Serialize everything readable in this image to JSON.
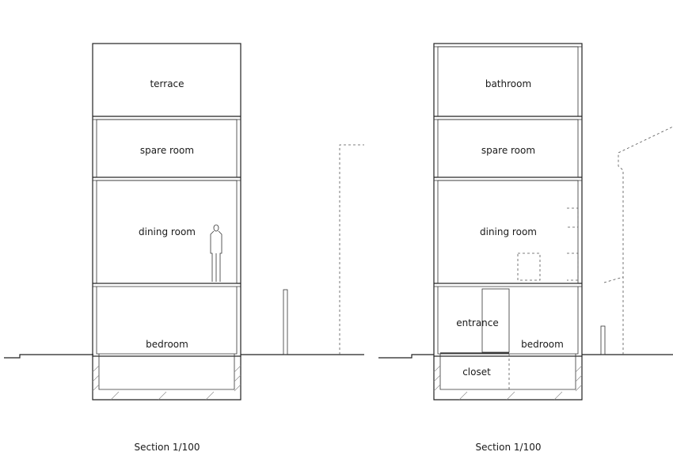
{
  "sections": [
    {
      "caption": "Section 1/100",
      "rooms": {
        "terrace": "terrace",
        "spare_room": "spare room",
        "dining_room": "dining room",
        "bedroom": "bedroom"
      }
    },
    {
      "caption": "Section 1/100",
      "rooms": {
        "bathroom": "bathroom",
        "spare_room": "spare room",
        "dining_room": "dining room",
        "entrance": "entrance",
        "bedroom": "bedroom",
        "closet": "closet"
      }
    }
  ]
}
